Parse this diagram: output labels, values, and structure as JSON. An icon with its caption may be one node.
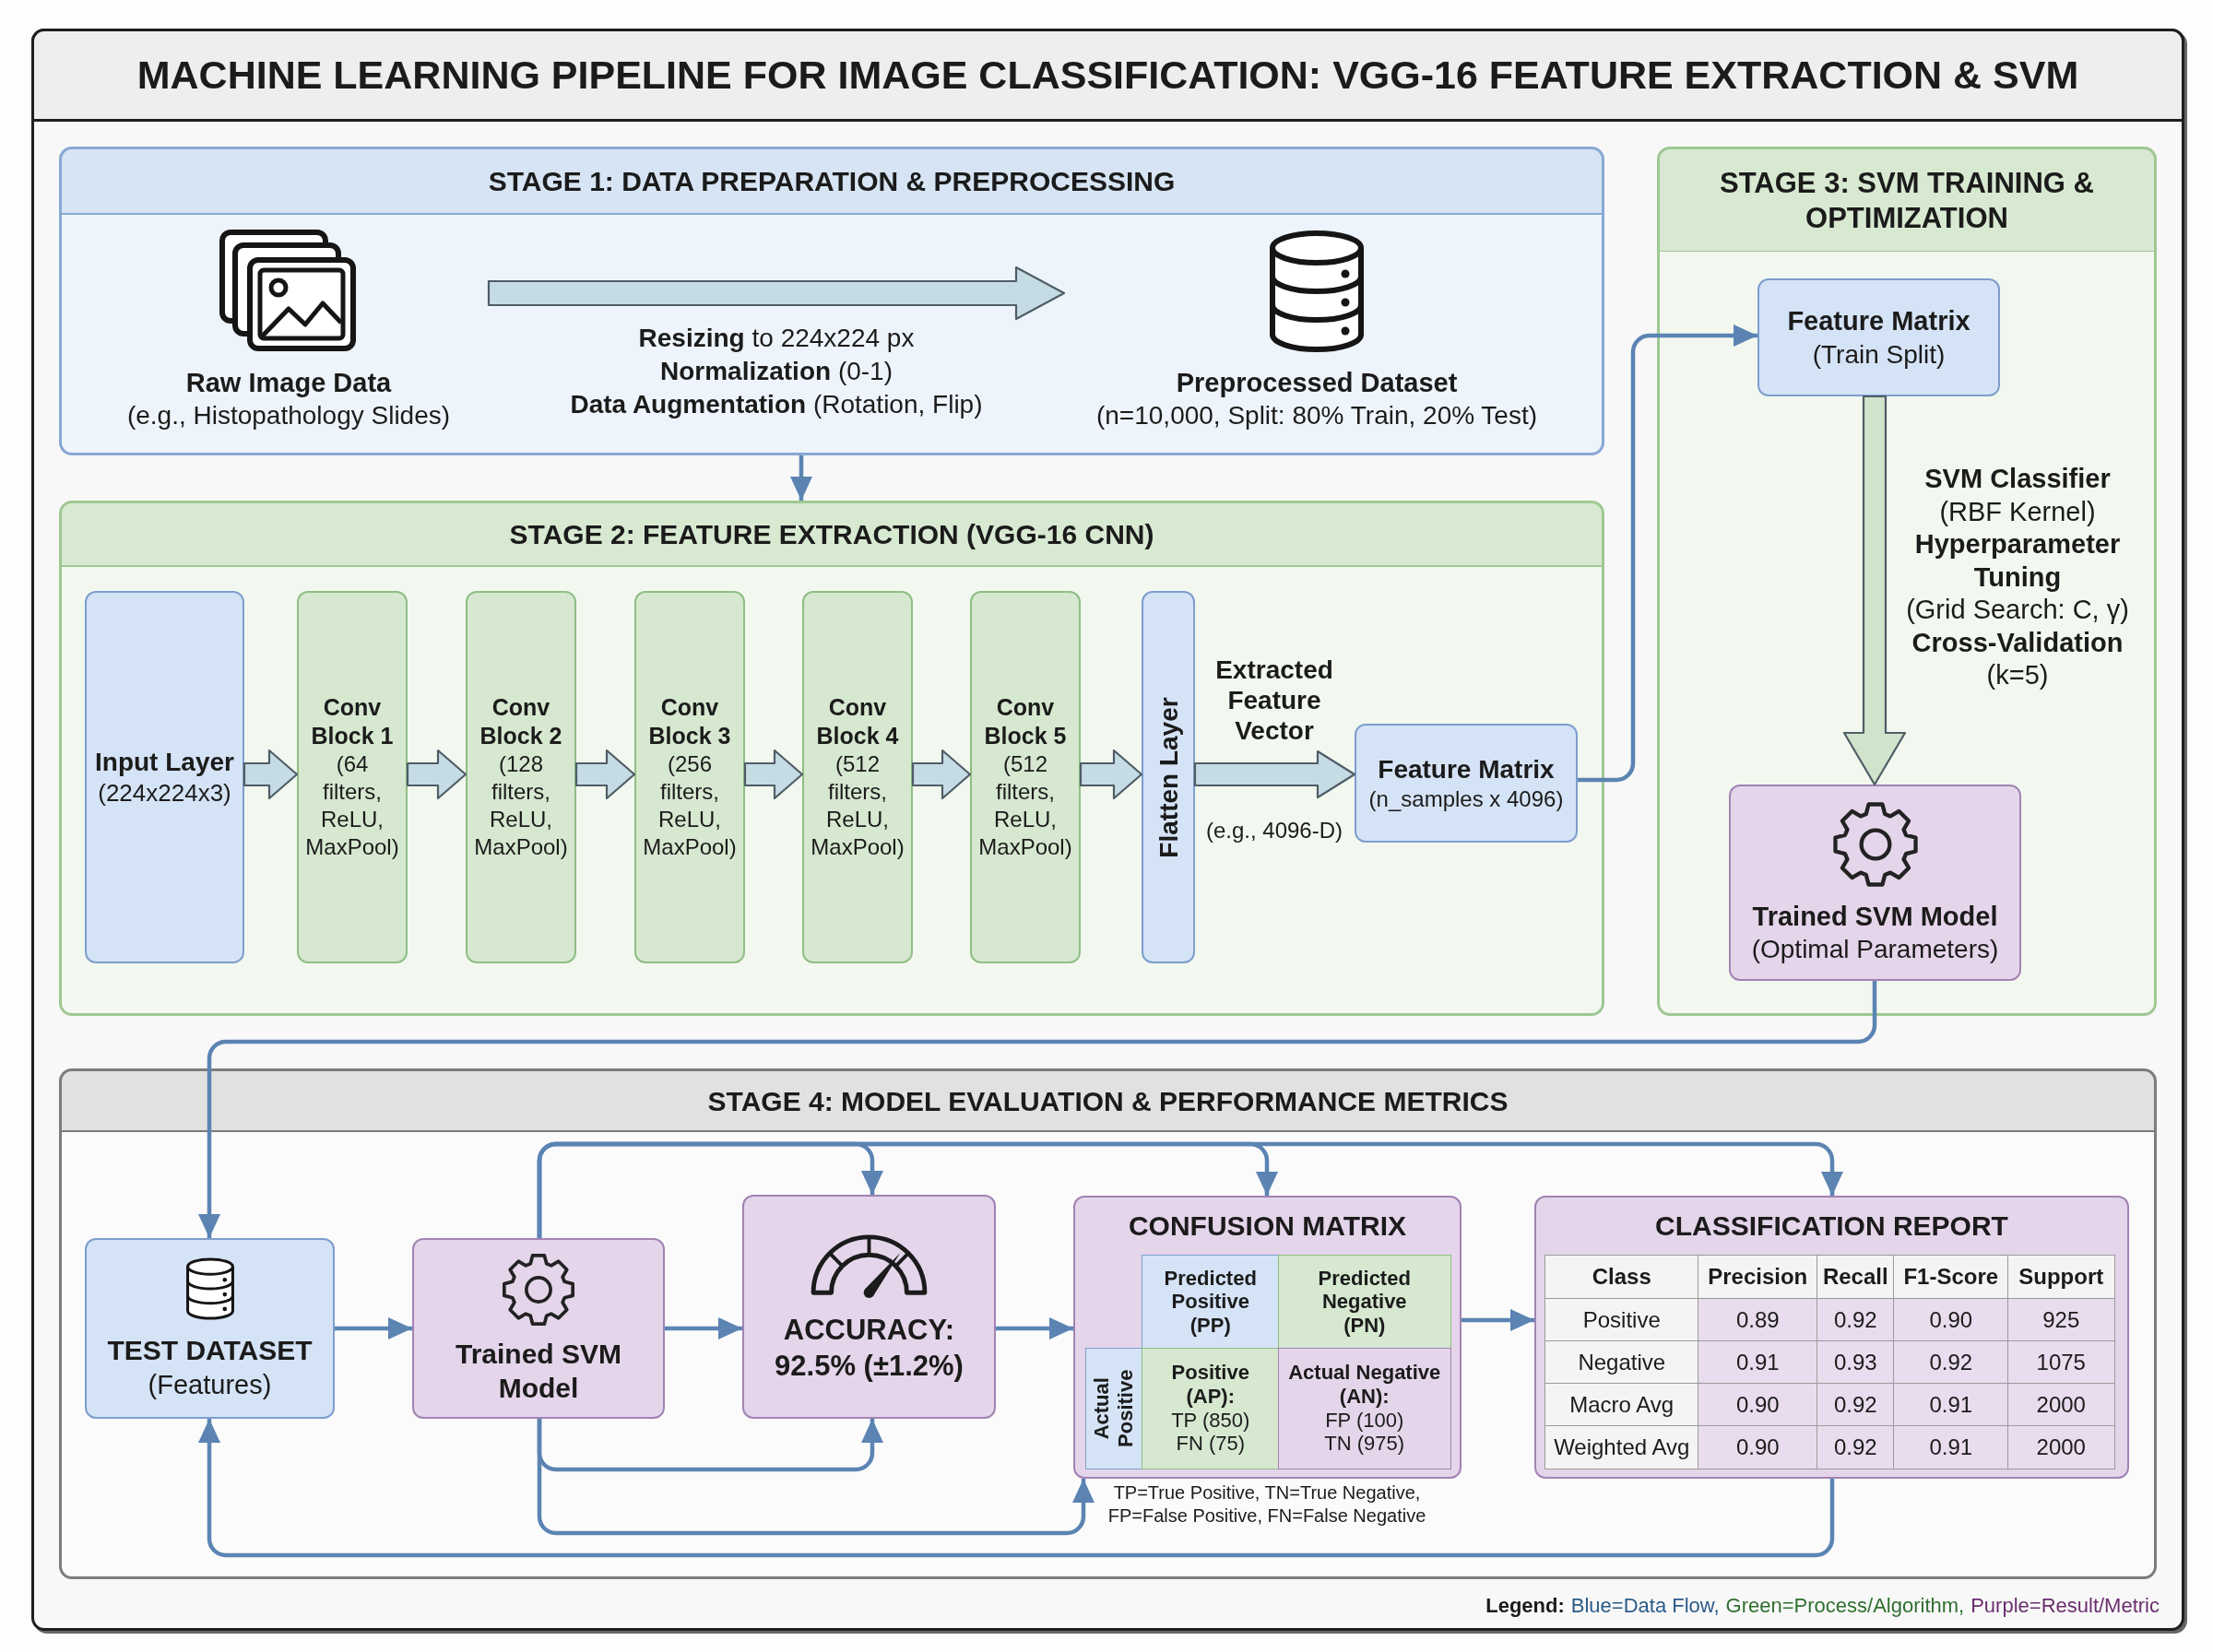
{
  "diagram": {
    "title": "MACHINE LEARNING PIPELINE FOR IMAGE CLASSIFICATION: VGG-16 FEATURE EXTRACTION & SVM",
    "nodes": [
      {
        "text": [
          "STAGE 1: DATA PREPARATION & PREPROCESSING"
        ]
      },
      {
        "text": [
          "Raw Image Data",
          "(e.g., Histopathology Slides)"
        ],
        "in": 0
      },
      {
        "text": [
          "Preprocessed Dataset",
          "(n=10,000, Split: 80% Train, 20% Test)"
        ],
        "in": 0
      },
      {
        "text": [
          "STAGE 2: FEATURE EXTRACTION (VGG-16 CNN)"
        ]
      },
      {
        "text": [
          "Input Layer",
          "(224x224x3)"
        ],
        "in": 3
      },
      {
        "text": [
          "Conv Block 1",
          "(64 filters, ReLU, MaxPool)"
        ],
        "in": 3
      },
      {
        "text": [
          "Conv Block 2",
          "(128 filters, ReLU, MaxPool)"
        ],
        "in": 3
      },
      {
        "text": [
          "Conv Block 3",
          "(256 filters, ReLU, MaxPool)"
        ],
        "in": 3
      },
      {
        "text": [
          "Conv Block 4",
          "(512 filters, ReLU, MaxPool)"
        ],
        "in": 3
      },
      {
        "text": [
          "Conv Block 5",
          "(512 filters, ReLU, MaxPool)"
        ],
        "in": 3
      },
      {
        "text": [
          "Flatten Layer"
        ],
        "in": 3
      },
      {
        "text": [
          "Feature Matrix",
          "(n_samples x 4096)"
        ],
        "in": 3
      },
      {
        "text": [
          "STAGE 3: SVM TRAINING & OPTIMIZATION"
        ]
      },
      {
        "text": [
          "Feature Matrix",
          "(Train Split)"
        ],
        "in": 12
      },
      {
        "text": [
          "Trained SVM Model",
          "(Optimal Parameters)"
        ],
        "in": 12
      },
      {
        "text": [
          "STAGE 4: MODEL EVALUATION & PERFORMANCE METRICS"
        ]
      },
      {
        "text": [
          "TEST DATASET",
          "(Features)"
        ],
        "in": 15
      },
      {
        "text": [
          "Trained SVM Model"
        ],
        "in": 15
      },
      {
        "text": [
          "ACCURACY: 92.5% (±1.2%)"
        ],
        "in": 15
      },
      {
        "text": [
          "CONFUSION MATRIX"
        ],
        "in": 15,
        "beside": [
          "TP=True Positive, TN=True Negative, FP=False Positive, FN=False Negative"
        ]
      },
      {
        "text": [
          "CLASSIFICATION REPORT"
        ],
        "in": 15
      }
    ],
    "edges": [
      {
        "from": 1,
        "to": 2,
        "arrow": "to",
        "label": "**Resizing** to 224x224 px **Normalization** (0-1) **Data Augmentation** (Rotation, Flip)",
        "style": "thick",
        "color": "#c6dce5"
      },
      {
        "from": 0,
        "to": 3,
        "arrow": "to"
      },
      {
        "from": 4,
        "to": 5,
        "arrow": "to",
        "style": "thick",
        "color": "#c6dce5"
      },
      {
        "from": 5,
        "to": 6,
        "arrow": "to",
        "style": "thick",
        "color": "#c6dce5"
      },
      {
        "from": 6,
        "to": 7,
        "arrow": "to",
        "style": "thick",
        "color": "#c6dce5"
      },
      {
        "from": 7,
        "to": 8,
        "arrow": "to",
        "style": "thick",
        "color": "#c6dce5"
      },
      {
        "from": 8,
        "to": 9,
        "arrow": "to",
        "style": "thick",
        "color": "#c6dce5"
      },
      {
        "from": 9,
        "to": 10,
        "arrow": "to",
        "style": "thick",
        "color": "#c6dce5"
      },
      {
        "from": 10,
        "to": 11,
        "arrow": "to",
        "label": "Extracted Feature Vector",
        "style": "thick",
        "color": "#c6dce5"
      },
      {
        "from": 11,
        "to": 13,
        "arrow": "to"
      },
      {
        "from": 13,
        "to": 14,
        "arrow": "to",
        "label": "**SVM Classifier** (RBF Kernel) **Hyperparameter Tuning** (Grid Search: C, γ) **Cross-Validation** (k=5)",
        "style": "thick",
        "color": "#cfe4cb"
      },
      {
        "from": 14,
        "to": 16,
        "arrow": "to"
      },
      {
        "from": 16,
        "to": 17,
        "arrow": "to"
      },
      {
        "from": 17,
        "to": 18,
        "arrow": "to"
      },
      {
        "from": 18,
        "to": 19,
        "arrow": "to"
      },
      {
        "from": 19,
        "to": 20,
        "arrow": "to"
      },
      {
        "from": 17,
        "to": 18,
        "arrow": "to"
      },
      {
        "from": 17,
        "to": 19,
        "arrow": "to"
      },
      {
        "from": 17,
        "to": 20,
        "arrow": "to"
      },
      {
        "from": 17,
        "to": 18,
        "arrow": "to"
      },
      {
        "from": 17,
        "to": 19,
        "arrow": "to"
      },
      {
        "from": 20,
        "to": 16,
        "arrow": "to"
      }
    ],
    "labels": [
      "(e.g., 4096-D)",
      "Predicted Positive (PP)",
      "Predicted Negative (PN)",
      "Actual Positive",
      "**Positive (AP):** TP (850) FN (75)",
      "**Actual Negative (AN):** FP (100) TN (975)",
      "Class",
      "Precision",
      "Recall",
      "F1-Score",
      "Support",
      "Positive",
      "0.89",
      "0.92",
      "0.90",
      "925",
      "Negative",
      "0.91",
      "0.93",
      "0.92",
      "1075",
      "Macro Avg",
      "0.90",
      "0.92",
      "0.91",
      "2000",
      "Weighted Avg",
      "0.90",
      "0.92",
      "0.91",
      "2000",
      "Legend:"
    ],
    "legend": [
      {
        "text": "Blue=Data Flow,",
        "color": "#2b5b88"
      },
      {
        "text": "Green=Process/Algorithm,",
        "color": "#2f6f2f"
      },
      {
        "text": "Purple=Result/Metric",
        "color": "#6a2e6e"
      }
    ]
  }
}
